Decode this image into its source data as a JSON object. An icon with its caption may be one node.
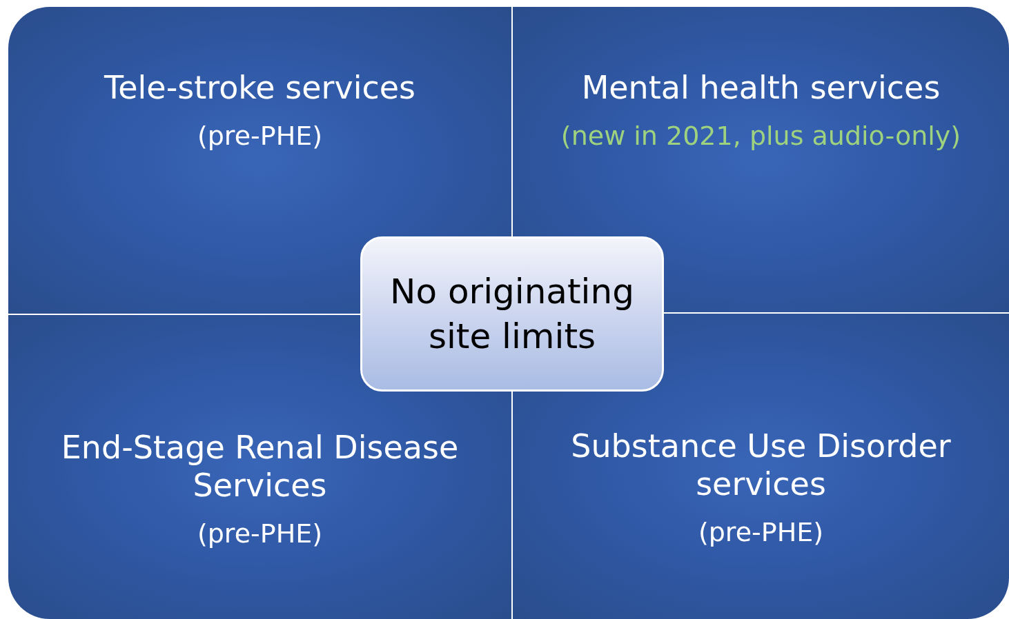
{
  "diagram": {
    "nodes": [
      {
        "text": [
          "Tele-stroke services",
          "(pre-PHE)"
        ]
      },
      {
        "text": [
          "Mental health services",
          "(new in 2021, plus audio-only)"
        ]
      },
      {
        "text": [
          "End-Stage Renal Disease Services",
          "(pre-PHE)"
        ]
      },
      {
        "text": [
          "Substance Use Disorder services",
          "(pre-PHE)"
        ]
      },
      {
        "text": [
          "No originating site limits"
        ]
      }
    ]
  }
}
